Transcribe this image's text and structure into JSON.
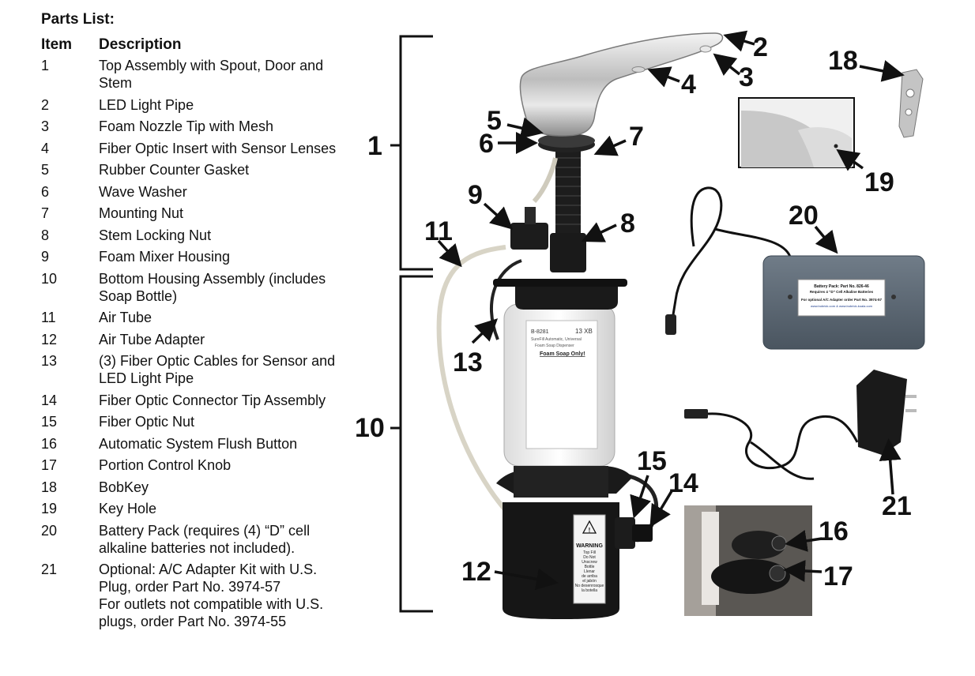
{
  "parts_list": {
    "title": "Parts List:",
    "col_item": "Item",
    "col_description": "Description",
    "items": [
      {
        "num": "1",
        "desc": "Top Assembly with Spout, Door and\nStem"
      },
      {
        "num": "2",
        "desc": "LED Light Pipe"
      },
      {
        "num": "3",
        "desc": "Foam Nozzle Tip with Mesh"
      },
      {
        "num": "4",
        "desc": "Fiber Optic Insert with Sensor Lenses"
      },
      {
        "num": "5",
        "desc": "Rubber Counter Gasket"
      },
      {
        "num": "6",
        "desc": "Wave Washer"
      },
      {
        "num": "7",
        "desc": "Mounting Nut"
      },
      {
        "num": "8",
        "desc": "Stem Locking Nut"
      },
      {
        "num": "9",
        "desc": "Foam Mixer Housing"
      },
      {
        "num": "10",
        "desc": "Bottom Housing Assembly (includes\nSoap Bottle)"
      },
      {
        "num": "11",
        "desc": "Air Tube"
      },
      {
        "num": "12",
        "desc": "Air Tube Adapter"
      },
      {
        "num": "13",
        "desc": "(3) Fiber Optic Cables for Sensor and\nLED Light Pipe"
      },
      {
        "num": "14",
        "desc": "Fiber Optic Connector Tip Assembly"
      },
      {
        "num": "15",
        "desc": "Fiber Optic Nut"
      },
      {
        "num": "16",
        "desc": "Automatic System Flush Button"
      },
      {
        "num": "17",
        "desc": "Portion Control Knob"
      },
      {
        "num": "18",
        "desc": "BobKey"
      },
      {
        "num": "19",
        "desc": "Key Hole"
      },
      {
        "num": "20",
        "desc": "Battery Pack (requires (4) “D” cell\nalkaline batteries not included)."
      },
      {
        "num": "21",
        "desc": "Optional: A/C Adapter Kit with U.S.\nPlug, order Part No. 3974-57\nFor outlets not compatible with U.S.\nplugs, order Part No. 3974-55"
      }
    ]
  },
  "callouts": {
    "c1": "1",
    "c2": "2",
    "c3": "3",
    "c4": "4",
    "c5": "5",
    "c6": "6",
    "c7": "7",
    "c8": "8",
    "c9": "9",
    "c10": "10",
    "c11": "11",
    "c12": "12",
    "c13": "13",
    "c14": "14",
    "c15": "15",
    "c16": "16",
    "c17": "17",
    "c18": "18",
    "c19": "19",
    "c20": "20",
    "c21": "21"
  },
  "bottle_label": {
    "model": "B-8281",
    "size": "13 XB",
    "brand_line": "SureFill Automatic, Universal",
    "product_line": "Foam Soap Dispenser",
    "warning_line": "Foam Soap Only!"
  },
  "warning_label": {
    "heading": "WARNING",
    "lines": "Top Fill\nDo Not\nUnscrew\nBottle\nLlenar\nde arriba\nel jabón\nNo desenrosque\nla botella"
  },
  "battery_label": {
    "line1": "Battery Pack: Part No. 826-46",
    "line2": "Requires 4 “D” Cell Alkaline Batteries",
    "line3": "For optional A/C Adapter order Part No. 3974-57",
    "line4": "www.bobrick.com & www.bobrick-koala.com"
  }
}
